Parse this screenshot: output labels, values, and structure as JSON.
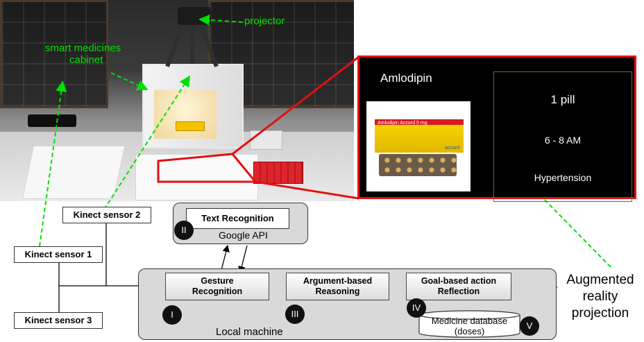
{
  "photo_labels": {
    "projector": "projector",
    "cabinet_line1": "smart medicines",
    "cabinet_line2": "cabinet"
  },
  "projection": {
    "drug_name": "Amlodipin",
    "box_label": "Amlodipin Accord 5 mg",
    "box_brand": "accord",
    "dose": "1 pill",
    "time": "6 - 8 AM",
    "condition": "Hypertension"
  },
  "sensors": {
    "sensor1": "Kinect sensor 1",
    "sensor2": "Kinect sensor 2",
    "sensor3": "Kinect sensor 3"
  },
  "cloud": {
    "text_recognition": "Text Recognition",
    "google_api": "Google API",
    "roman": "II"
  },
  "local": {
    "caption": "Local machine",
    "gesture_line1": "Gesture",
    "gesture_line2": "Recognition",
    "argument_line1": "Argument-based",
    "argument_line2": "Reasoning",
    "goal_line1": "Goal-based action",
    "goal_line2": "Reflection",
    "db_line1": "Medicine database",
    "db_line2": "(doses)",
    "roman_I": "I",
    "roman_III": "III",
    "roman_IV": "IV",
    "roman_V": "V"
  },
  "output": {
    "line1": "Augmented",
    "line2": "reality",
    "line3": "projection"
  },
  "colors": {
    "arrow_green": "#00e000",
    "panel_red": "#e31010",
    "arrow_blue_fill": "#dbe8f5",
    "arrow_blue_stroke": "#6f93bd"
  }
}
